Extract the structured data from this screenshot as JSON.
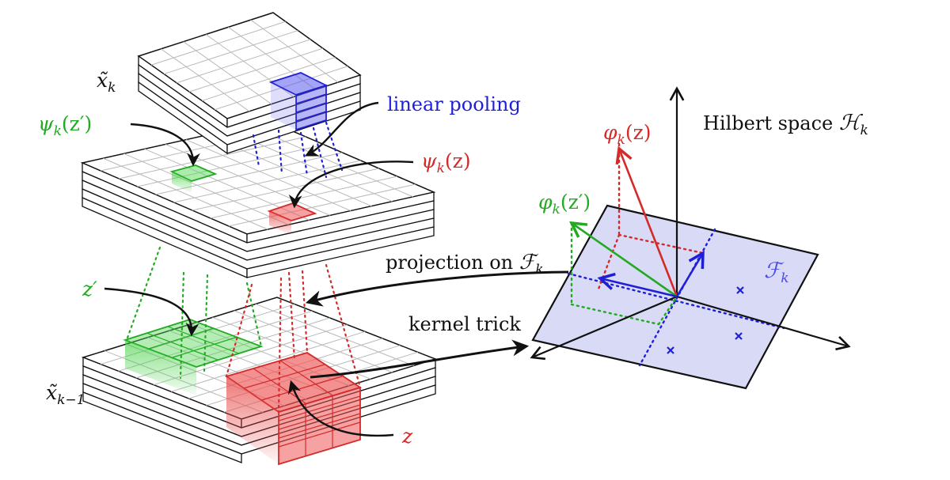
{
  "labels": {
    "x_k": {
      "base": "x̃",
      "sub": "k"
    },
    "x_k_minus_1": {
      "base": "x̃",
      "sub": "k−1"
    },
    "psi_z_prime": {
      "func": "ψ",
      "sub": "k",
      "arg": "(z′)"
    },
    "psi_z": {
      "func": "ψ",
      "sub": "k",
      "arg": "(z)"
    },
    "linear_pooling": "linear pooling",
    "hilbert_space": {
      "text": "Hilbert space ",
      "sym": "ℋ",
      "sub": "k"
    },
    "phi_z": {
      "func": "φ",
      "sub": "k",
      "arg": "(z)"
    },
    "phi_z_prime": {
      "func": "φ",
      "sub": "k",
      "arg": "(z′)"
    },
    "projection": {
      "text": "projection on ",
      "sym": "ℱ",
      "sub": "k"
    },
    "z_prime": "z′",
    "kernel_trick": "kernel trick",
    "F_k": {
      "sym": "ℱ",
      "sub": "k"
    },
    "z": "z"
  },
  "colors": {
    "green": "#22aa22",
    "red": "#d42a2a",
    "blue": "#1f1fd6",
    "black": "#111111",
    "plane_fill": "#d8daf6",
    "grid": "#b9b9b9"
  }
}
